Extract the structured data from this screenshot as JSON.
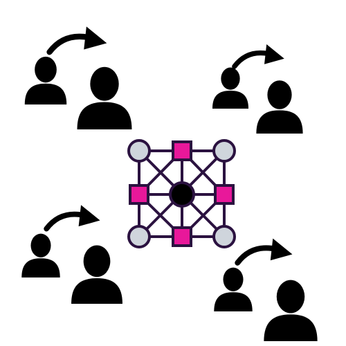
{
  "illustration": {
    "groups": [
      {
        "id": "handoff-top-left",
        "icon": "person-to-person-transfer"
      },
      {
        "id": "handoff-top-right",
        "icon": "person-to-person-transfer"
      },
      {
        "id": "handoff-bottom-left",
        "icon": "person-to-person-transfer"
      },
      {
        "id": "handoff-bottom-right",
        "icon": "person-to-person-transfer"
      }
    ],
    "network": {
      "icon": "network-hub",
      "center_node": "hub",
      "corner_nodes": 4,
      "edge_nodes": 4
    }
  },
  "colors": {
    "silhouette": "#000000",
    "network_stroke": "#2b1240",
    "corner_node_fill": "#cfd5dc",
    "edge_node_fill": "#e8189a",
    "hub_fill": "#000000",
    "background": "#ffffff"
  }
}
